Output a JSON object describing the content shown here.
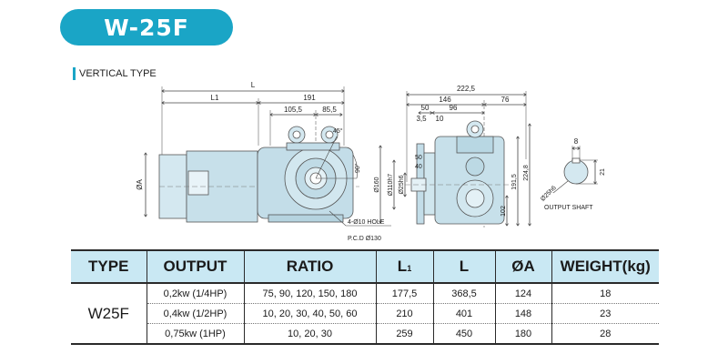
{
  "header": {
    "title": "W-25F"
  },
  "section": {
    "label": "VERTICAL TYPE"
  },
  "drawing": {
    "front": {
      "L": "L",
      "L1": "L1",
      "d191": "191",
      "d105_5": "105,5",
      "d85_5": "85,5",
      "angle45": "45°",
      "angle90": "90°",
      "phiA": "ØA",
      "hole_note": "4-Ø10 HOLE",
      "pcd_note": "P.C.D Ø130"
    },
    "side": {
      "d222_5": "222,5",
      "d146": "146",
      "d76": "76",
      "d50": "50",
      "d96": "96",
      "d3_5": "3,5",
      "d10": "10",
      "d50v": "50",
      "d40v": "40",
      "phi160": "Ø160",
      "phi110": "Ø110h7",
      "phi25": "Ø25h6",
      "d102": "102",
      "d191_5": "191,5",
      "d224_8": "224,8"
    },
    "shaft": {
      "label": "OUTPUT SHAFT",
      "d8": "8",
      "d21": "21",
      "phi": "Ø25h6"
    }
  },
  "table": {
    "headers": [
      "TYPE",
      "OUTPUT",
      "RATIO",
      "L",
      "L",
      "ØA",
      "WEIGHT(kg)"
    ],
    "l1_sub": "1",
    "type": "W25F",
    "rows": [
      {
        "output": "0,2kw (1/4HP)",
        "ratio": "75, 90, 120, 150, 180",
        "l1": "177,5",
        "l": "368,5",
        "a": "124",
        "weight": "18"
      },
      {
        "output": "0,4kw (1/2HP)",
        "ratio": "10, 20, 30, 40, 50, 60",
        "l1": "210",
        "l": "401",
        "a": "148",
        "weight": "23"
      },
      {
        "output": "0,75kw (1HP)",
        "ratio": "10, 20, 30",
        "l1": "259",
        "l": "450",
        "a": "180",
        "weight": "28"
      }
    ]
  }
}
